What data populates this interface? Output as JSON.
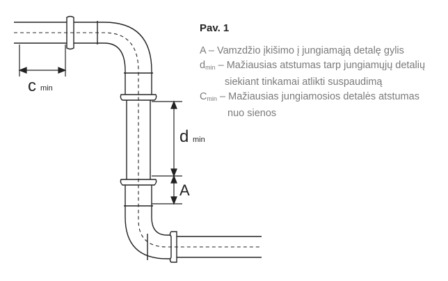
{
  "title": "Pav. 1",
  "legend": [
    {
      "symbol": "A",
      "sub": "",
      "line1": "– Vamzdžio įkišimo į jungiamąją detalę gylis",
      "line2": ""
    },
    {
      "symbol": "d",
      "sub": "min",
      "line1": "– Mažiausias atstumas tarp jungiamųjų detalių",
      "line2": "siekiant tinkamai atlikti suspaudimą"
    },
    {
      "symbol": "C",
      "sub": "min",
      "line1": "– Mažiausias jungiamosios detalės atstumas",
      "line2": "nuo sienos"
    }
  ],
  "diagram_labels": {
    "c_main": "c",
    "c_sub": "min",
    "d_main": "d",
    "d_sub": "min",
    "a": "A"
  },
  "colors": {
    "stroke": "#222222",
    "text_gray": "#7a7a7a"
  }
}
